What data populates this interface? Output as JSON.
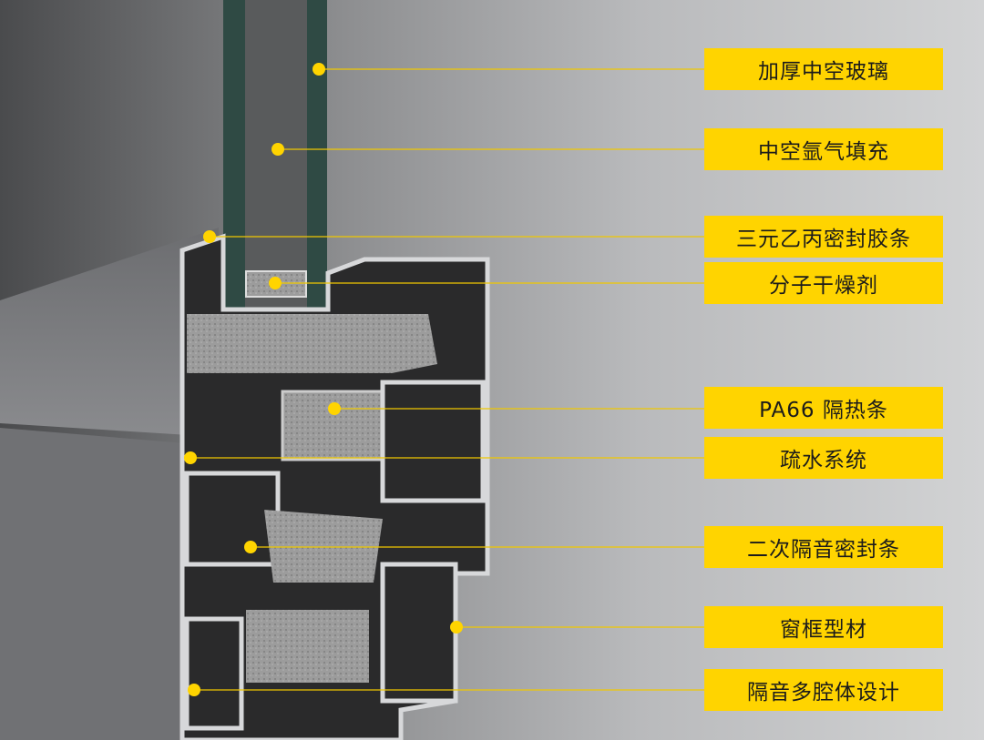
{
  "labels": [
    {
      "text": "加厚中空玻璃"
    },
    {
      "text": "中空氩气填充"
    },
    {
      "text": "三元乙丙密封胶条"
    },
    {
      "text": "分子干燥剂"
    },
    {
      "text": "PA66 隔热条"
    },
    {
      "text": "疏水系统"
    },
    {
      "text": "二次隔音密封条"
    },
    {
      "text": "窗框型材"
    },
    {
      "text": "隔音多腔体设计"
    }
  ],
  "colors": {
    "label_bg": "#ffd400",
    "leader": "#f0c800",
    "glass": "#2f4a44"
  }
}
